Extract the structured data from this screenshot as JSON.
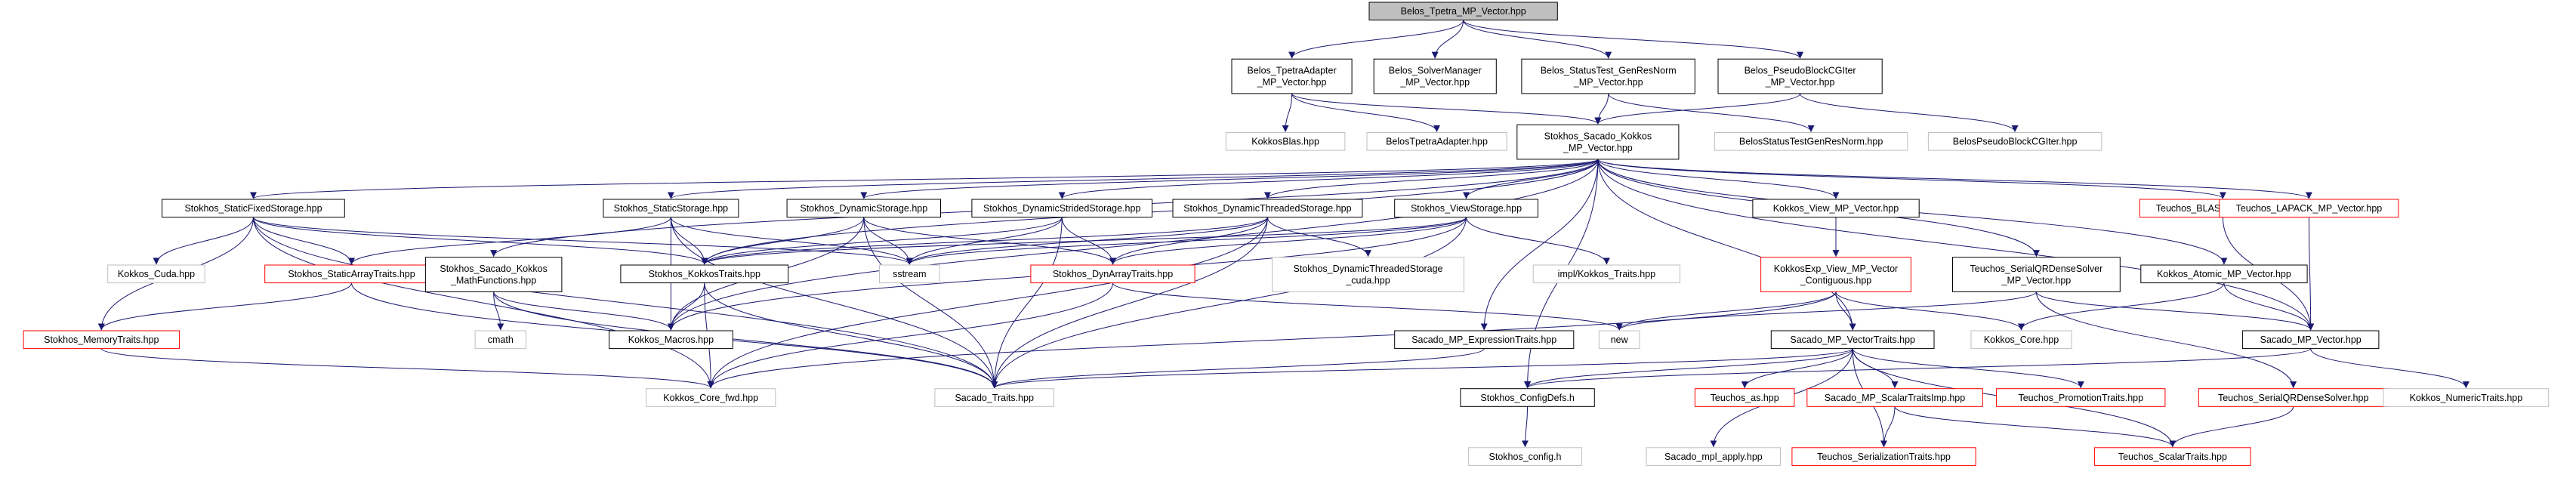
{
  "colors": {
    "edge": "#191970",
    "box_black": "#000000",
    "box_red": "#ff0000",
    "box_gray": "#bfbfbf",
    "root_fill": "#bfbfbf",
    "text": "#000000"
  },
  "nodes": [
    {
      "id": "belos_tpetra_mp",
      "lines": [
        "Belos_Tpetra_MP_Vector.hpp"
      ],
      "border": "black",
      "root": true
    },
    {
      "id": "belos_tpetra_adapter_mp",
      "lines": [
        "Belos_TpetraAdapter",
        "_MP_Vector.hpp"
      ],
      "border": "black"
    },
    {
      "id": "belos_solver_manager_mp",
      "lines": [
        "Belos_SolverManager",
        "_MP_Vector.hpp"
      ],
      "border": "black"
    },
    {
      "id": "belos_status_test_mp",
      "lines": [
        "Belos_StatusTest_GenResNorm",
        "_MP_Vector.hpp"
      ],
      "border": "black"
    },
    {
      "id": "belos_pseudo_block_mp",
      "lines": [
        "Belos_PseudoBlockCGIter",
        "_MP_Vector.hpp"
      ],
      "border": "black"
    },
    {
      "id": "kokkos_blas",
      "lines": [
        "KokkosBlas.hpp"
      ],
      "border": "gray"
    },
    {
      "id": "belos_tpetra_adapter",
      "lines": [
        "BelosTpetraAdapter.hpp"
      ],
      "border": "gray"
    },
    {
      "id": "stokhos_sacado_kokkos_mp",
      "lines": [
        "Stokhos_Sacado_Kokkos",
        "_MP_Vector.hpp"
      ],
      "border": "black"
    },
    {
      "id": "belos_status_test",
      "lines": [
        "BelosStatusTestGenResNorm.hpp"
      ],
      "border": "gray"
    },
    {
      "id": "belos_pseudo_block",
      "lines": [
        "BelosPseudoBlockCGIter.hpp"
      ],
      "border": "gray"
    },
    {
      "id": "static_fixed_storage",
      "lines": [
        "Stokhos_StaticFixedStorage.hpp"
      ],
      "border": "black"
    },
    {
      "id": "static_storage",
      "lines": [
        "Stokhos_StaticStorage.hpp"
      ],
      "border": "black"
    },
    {
      "id": "dynamic_storage",
      "lines": [
        "Stokhos_DynamicStorage.hpp"
      ],
      "border": "black"
    },
    {
      "id": "dynamic_strided_storage",
      "lines": [
        "Stokhos_DynamicStridedStorage.hpp"
      ],
      "border": "black"
    },
    {
      "id": "dynamic_threaded_storage",
      "lines": [
        "Stokhos_DynamicThreadedStorage.hpp"
      ],
      "border": "black"
    },
    {
      "id": "view_storage",
      "lines": [
        "Stokhos_ViewStorage.hpp"
      ],
      "border": "black"
    },
    {
      "id": "kokkos_view_mp",
      "lines": [
        "Kokkos_View_MP_Vector.hpp"
      ],
      "border": "black"
    },
    {
      "id": "teuchos_blas_mp",
      "lines": [
        "Teuchos_BLAS_MP_Vector.hpp"
      ],
      "border": "red"
    },
    {
      "id": "teuchos_lapack_mp",
      "lines": [
        "Teuchos_LAPACK_MP_Vector.hpp"
      ],
      "border": "red"
    },
    {
      "id": "kokkos_cuda",
      "lines": [
        "Kokkos_Cuda.hpp"
      ],
      "border": "gray"
    },
    {
      "id": "static_array_traits",
      "lines": [
        "Stokhos_StaticArrayTraits.hpp"
      ],
      "border": "red"
    },
    {
      "id": "sacado_kokkos_math",
      "lines": [
        "Stokhos_Sacado_Kokkos",
        "_MathFunctions.hpp"
      ],
      "border": "black"
    },
    {
      "id": "kokkos_traits",
      "lines": [
        "Stokhos_KokkosTraits.hpp"
      ],
      "border": "black"
    },
    {
      "id": "sstream",
      "lines": [
        "sstream"
      ],
      "border": "gray"
    },
    {
      "id": "dyn_array_traits",
      "lines": [
        "Stokhos_DynArrayTraits.hpp"
      ],
      "border": "red"
    },
    {
      "id": "dynamic_threaded_cuda",
      "lines": [
        "Stokhos_DynamicThreadedStorage",
        "_cuda.hpp"
      ],
      "border": "gray"
    },
    {
      "id": "impl_kokkos_traits",
      "lines": [
        "impl/Kokkos_Traits.hpp"
      ],
      "border": "gray"
    },
    {
      "id": "kokkosexp_view_mp",
      "lines": [
        "KokkosExp_View_MP_Vector",
        "_Contiguous.hpp"
      ],
      "border": "red"
    },
    {
      "id": "teuchos_serial_qr_mp",
      "lines": [
        "Teuchos_SerialQRDenseSolver",
        "_MP_Vector.hpp"
      ],
      "border": "black"
    },
    {
      "id": "kokkos_atomic_mp",
      "lines": [
        "Kokkos_Atomic_MP_Vector.hpp"
      ],
      "border": "black"
    },
    {
      "id": "memory_traits",
      "lines": [
        "Stokhos_MemoryTraits.hpp"
      ],
      "border": "red"
    },
    {
      "id": "cmath",
      "lines": [
        "cmath"
      ],
      "border": "gray"
    },
    {
      "id": "kokkos_macros",
      "lines": [
        "Kokkos_Macros.hpp"
      ],
      "border": "black"
    },
    {
      "id": "sacado_mp_expr_traits",
      "lines": [
        "Sacado_MP_ExpressionTraits.hpp"
      ],
      "border": "black"
    },
    {
      "id": "new",
      "lines": [
        "new"
      ],
      "border": "gray"
    },
    {
      "id": "sacado_mp_vector_traits",
      "lines": [
        "Sacado_MP_VectorTraits.hpp"
      ],
      "border": "black"
    },
    {
      "id": "kokkos_core",
      "lines": [
        "Kokkos_Core.hpp"
      ],
      "border": "gray"
    },
    {
      "id": "sacado_mp_vector",
      "lines": [
        "Sacado_MP_Vector.hpp"
      ],
      "border": "black"
    },
    {
      "id": "kokkos_core_fwd",
      "lines": [
        "Kokkos_Core_fwd.hpp"
      ],
      "border": "gray"
    },
    {
      "id": "sacado_traits",
      "lines": [
        "Sacado_Traits.hpp"
      ],
      "border": "gray"
    },
    {
      "id": "stokhos_config_defs",
      "lines": [
        "Stokhos_ConfigDefs.h"
      ],
      "border": "black"
    },
    {
      "id": "teuchos_as",
      "lines": [
        "Teuchos_as.hpp"
      ],
      "border": "red"
    },
    {
      "id": "sacado_mp_scalar_traits",
      "lines": [
        "Sacado_MP_ScalarTraitsImp.hpp"
      ],
      "border": "red"
    },
    {
      "id": "teuchos_promotion_traits",
      "lines": [
        "Teuchos_PromotionTraits.hpp"
      ],
      "border": "red"
    },
    {
      "id": "teuchos_serial_qr",
      "lines": [
        "Teuchos_SerialQRDenseSolver.hpp"
      ],
      "border": "red"
    },
    {
      "id": "kokkos_numeric_traits",
      "lines": [
        "Kokkos_NumericTraits.hpp"
      ],
      "border": "gray"
    },
    {
      "id": "stokhos_config",
      "lines": [
        "Stokhos_config.h"
      ],
      "border": "gray"
    },
    {
      "id": "sacado_mpl_apply",
      "lines": [
        "Sacado_mpl_apply.hpp"
      ],
      "border": "gray"
    },
    {
      "id": "teuchos_serialization_traits",
      "lines": [
        "Teuchos_SerializationTraits.hpp"
      ],
      "border": "red"
    },
    {
      "id": "teuchos_scalar_traits",
      "lines": [
        "Teuchos_ScalarTraits.hpp"
      ],
      "border": "red"
    }
  ],
  "edges": [
    [
      "belos_tpetra_mp",
      "belos_tpetra_adapter_mp"
    ],
    [
      "belos_tpetra_mp",
      "belos_solver_manager_mp"
    ],
    [
      "belos_tpetra_mp",
      "belos_status_test_mp"
    ],
    [
      "belos_tpetra_mp",
      "belos_pseudo_block_mp"
    ],
    [
      "belos_tpetra_adapter_mp",
      "kokkos_blas"
    ],
    [
      "belos_tpetra_adapter_mp",
      "belos_tpetra_adapter"
    ],
    [
      "belos_tpetra_adapter_mp",
      "stokhos_sacado_kokkos_mp"
    ],
    [
      "belos_status_test_mp",
      "stokhos_sacado_kokkos_mp"
    ],
    [
      "belos_status_test_mp",
      "belos_status_test"
    ],
    [
      "belos_pseudo_block_mp",
      "stokhos_sacado_kokkos_mp"
    ],
    [
      "belos_pseudo_block_mp",
      "belos_pseudo_block"
    ],
    [
      "stokhos_sacado_kokkos_mp",
      "static_fixed_storage"
    ],
    [
      "stokhos_sacado_kokkos_mp",
      "static_storage"
    ],
    [
      "stokhos_sacado_kokkos_mp",
      "dynamic_storage"
    ],
    [
      "stokhos_sacado_kokkos_mp",
      "dynamic_strided_storage"
    ],
    [
      "stokhos_sacado_kokkos_mp",
      "dynamic_threaded_storage"
    ],
    [
      "stokhos_sacado_kokkos_mp",
      "view_storage"
    ],
    [
      "stokhos_sacado_kokkos_mp",
      "kokkos_view_mp"
    ],
    [
      "stokhos_sacado_kokkos_mp",
      "teuchos_blas_mp"
    ],
    [
      "stokhos_sacado_kokkos_mp",
      "teuchos_lapack_mp"
    ],
    [
      "stokhos_sacado_kokkos_mp",
      "sacado_kokkos_math"
    ],
    [
      "stokhos_sacado_kokkos_mp",
      "kokkos_traits"
    ],
    [
      "stokhos_sacado_kokkos_mp",
      "kokkos_macros"
    ],
    [
      "stokhos_sacado_kokkos_mp",
      "sacado_mp_expr_traits"
    ],
    [
      "stokhos_sacado_kokkos_mp",
      "sacado_mp_vector_traits"
    ],
    [
      "stokhos_sacado_kokkos_mp",
      "teuchos_serial_qr_mp"
    ],
    [
      "stokhos_sacado_kokkos_mp",
      "kokkos_atomic_mp"
    ],
    [
      "stokhos_sacado_kokkos_mp",
      "sacado_mp_vector"
    ],
    [
      "stokhos_sacado_kokkos_mp",
      "stokhos_config_defs"
    ],
    [
      "static_fixed_storage",
      "kokkos_cuda"
    ],
    [
      "static_fixed_storage",
      "static_array_traits"
    ],
    [
      "static_fixed_storage",
      "memory_traits"
    ],
    [
      "static_fixed_storage",
      "kokkos_traits"
    ],
    [
      "static_fixed_storage",
      "sstream"
    ],
    [
      "static_fixed_storage",
      "sacado_traits"
    ],
    [
      "static_fixed_storage",
      "kokkos_core_fwd"
    ],
    [
      "static_storage",
      "static_array_traits"
    ],
    [
      "static_storage",
      "kokkos_traits"
    ],
    [
      "static_storage",
      "kokkos_macros"
    ],
    [
      "static_storage",
      "sstream"
    ],
    [
      "static_storage",
      "sacado_traits"
    ],
    [
      "dynamic_storage",
      "kokkos_traits"
    ],
    [
      "dynamic_storage",
      "dyn_array_traits"
    ],
    [
      "dynamic_storage",
      "sstream"
    ],
    [
      "dynamic_storage",
      "kokkos_macros"
    ],
    [
      "dynamic_storage",
      "sacado_traits"
    ],
    [
      "dynamic_strided_storage",
      "dyn_array_traits"
    ],
    [
      "dynamic_strided_storage",
      "kokkos_traits"
    ],
    [
      "dynamic_strided_storage",
      "sstream"
    ],
    [
      "dynamic_strided_storage",
      "sacado_traits"
    ],
    [
      "dynamic_threaded_storage",
      "dynamic_threaded_cuda"
    ],
    [
      "dynamic_threaded_storage",
      "dyn_array_traits"
    ],
    [
      "dynamic_threaded_storage",
      "kokkos_traits"
    ],
    [
      "dynamic_threaded_storage",
      "sstream"
    ],
    [
      "dynamic_threaded_storage",
      "kokkos_core_fwd"
    ],
    [
      "dynamic_threaded_storage",
      "sacado_traits"
    ],
    [
      "view_storage",
      "impl_kokkos_traits"
    ],
    [
      "view_storage",
      "kokkos_traits"
    ],
    [
      "view_storage",
      "dyn_array_traits"
    ],
    [
      "view_storage",
      "sstream"
    ],
    [
      "view_storage",
      "kokkos_macros"
    ],
    [
      "view_storage",
      "sacado_traits"
    ],
    [
      "kokkos_view_mp",
      "kokkosexp_view_mp"
    ],
    [
      "kokkosexp_view_mp",
      "sacado_mp_vector_traits"
    ],
    [
      "kokkosexp_view_mp",
      "new"
    ],
    [
      "kokkosexp_view_mp",
      "kokkos_core"
    ],
    [
      "kokkosexp_view_mp",
      "kokkos_core_fwd"
    ],
    [
      "teuchos_blas_mp",
      "sacado_mp_vector"
    ],
    [
      "teuchos_lapack_mp",
      "sacado_mp_vector"
    ],
    [
      "teuchos_serial_qr_mp",
      "new"
    ],
    [
      "teuchos_serial_qr_mp",
      "sacado_mp_vector"
    ],
    [
      "teuchos_serial_qr_mp",
      "teuchos_serial_qr"
    ],
    [
      "kokkos_atomic_mp",
      "kokkos_core"
    ],
    [
      "kokkos_atomic_mp",
      "sacado_mp_vector"
    ],
    [
      "static_array_traits",
      "memory_traits"
    ],
    [
      "static_array_traits",
      "sacado_traits"
    ],
    [
      "memory_traits",
      "kokkos_core_fwd"
    ],
    [
      "sacado_kokkos_math",
      "cmath"
    ],
    [
      "sacado_kokkos_math",
      "kokkos_macros"
    ],
    [
      "sacado_kokkos_math",
      "sacado_traits"
    ],
    [
      "kokkos_traits",
      "kokkos_macros"
    ],
    [
      "kokkos_traits",
      "kokkos_core_fwd"
    ],
    [
      "kokkos_traits",
      "sacado_traits"
    ],
    [
      "dyn_array_traits",
      "new"
    ],
    [
      "dyn_array_traits",
      "kokkos_core_fwd"
    ],
    [
      "sacado_mp_expr_traits",
      "sacado_traits"
    ],
    [
      "sacado_mp_vector_traits",
      "sacado_traits"
    ],
    [
      "sacado_mp_vector_traits",
      "stokhos_config_defs"
    ],
    [
      "sacado_mp_vector_traits",
      "teuchos_as"
    ],
    [
      "sacado_mp_vector_traits",
      "sacado_mp_scalar_traits"
    ],
    [
      "sacado_mp_vector_traits",
      "teuchos_promotion_traits"
    ],
    [
      "sacado_mp_vector_traits",
      "sacado_mpl_apply"
    ],
    [
      "sacado_mp_vector_traits",
      "teuchos_serialization_traits"
    ],
    [
      "sacado_mp_vector_traits",
      "teuchos_scalar_traits"
    ],
    [
      "sacado_mp_scalar_traits",
      "teuchos_serialization_traits"
    ],
    [
      "sacado_mp_scalar_traits",
      "teuchos_scalar_traits"
    ],
    [
      "sacado_mp_vector",
      "stokhos_config_defs"
    ],
    [
      "sacado_mp_vector",
      "kokkos_numeric_traits"
    ],
    [
      "teuchos_serial_qr",
      "teuchos_scalar_traits"
    ],
    [
      "stokhos_config_defs",
      "stokhos_config"
    ]
  ]
}
